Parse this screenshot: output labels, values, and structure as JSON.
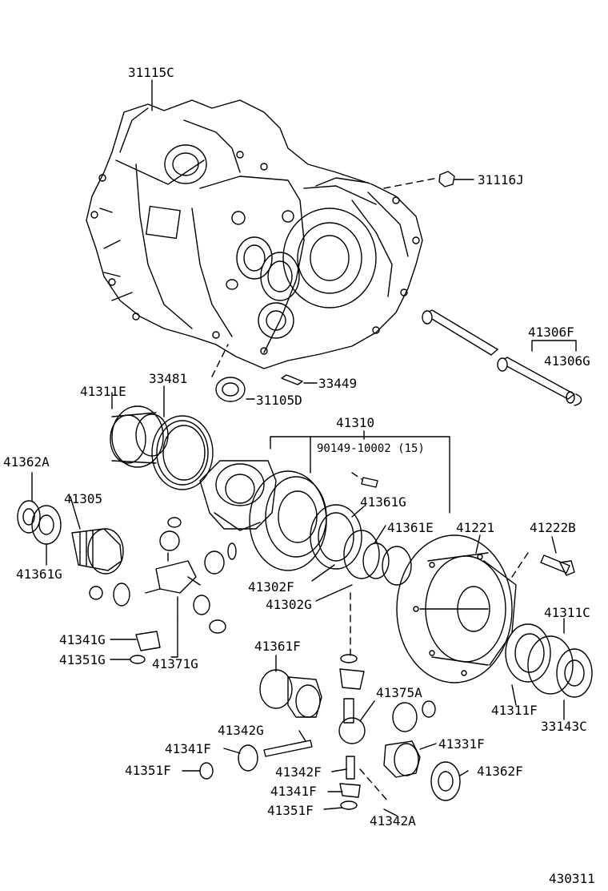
{
  "diagram": {
    "parts": {
      "p31115C": "31115C",
      "p31116J": "31116J",
      "p41306F": "41306F",
      "p41306G": "41306G",
      "p33449": "33449",
      "p31105D": "31105D",
      "p41311E": "41311E",
      "p33481": "33481",
      "p41310": "41310",
      "p90149": "90149-10002 (15)",
      "p41362A": "41362A",
      "p41305": "41305",
      "p41361G_left": "41361G",
      "p41361G_mid": "41361G",
      "p41361E": "41361E",
      "p41221": "41221",
      "p41222B": "41222B",
      "p41302F": "41302F",
      "p41302G": "41302G",
      "p41311C": "41311C",
      "p41341G": "41341G",
      "p41351G": "41351G",
      "p41371G": "41371G",
      "p41361F": "41361F",
      "p41375A": "41375A",
      "p41311F": "41311F",
      "p33143C": "33143C",
      "p41342G": "41342G",
      "p41341F_a": "41341F",
      "p41331F": "41331F",
      "p41351F_a": "41351F",
      "p41342F": "41342F",
      "p41362F": "41362F",
      "p41341F_b": "41341F",
      "p41351F_b": "41351F",
      "p41342A": "41342A"
    },
    "figure_number": "430311"
  }
}
